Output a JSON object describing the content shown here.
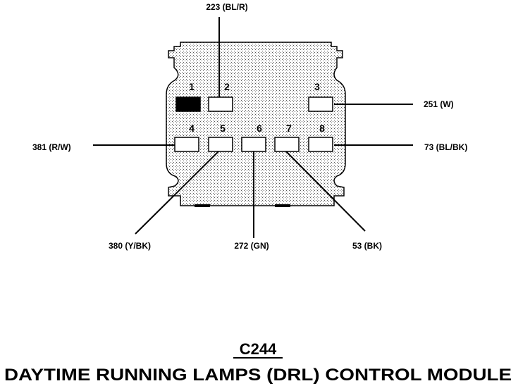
{
  "connector": {
    "code": "C244",
    "name": "DAYTIME RUNNING LAMPS (DRL) CONTROL MODULE"
  },
  "pins": [
    {
      "number": "1",
      "filled": true
    },
    {
      "number": "2",
      "filled": false
    },
    {
      "number": "3",
      "filled": false
    },
    {
      "number": "4",
      "filled": false
    },
    {
      "number": "5",
      "filled": false
    },
    {
      "number": "6",
      "filled": false
    },
    {
      "number": "7",
      "filled": false
    },
    {
      "number": "8",
      "filled": false
    }
  ],
  "wires": [
    {
      "pin": "2",
      "label": "223 (BL/R)"
    },
    {
      "pin": "3",
      "label": "251 (W)"
    },
    {
      "pin": "4",
      "label": "381 (R/W)"
    },
    {
      "pin": "8",
      "label": "73 (BL/BK)"
    },
    {
      "pin": "5",
      "label": "380 (Y/BK)"
    },
    {
      "pin": "6",
      "label": "272 (GN)"
    },
    {
      "pin": "7",
      "label": "53 (BK)"
    }
  ],
  "colors": {
    "ink": "#000000",
    "fill": "#cfcfcf",
    "paper": "#ffffff"
  }
}
